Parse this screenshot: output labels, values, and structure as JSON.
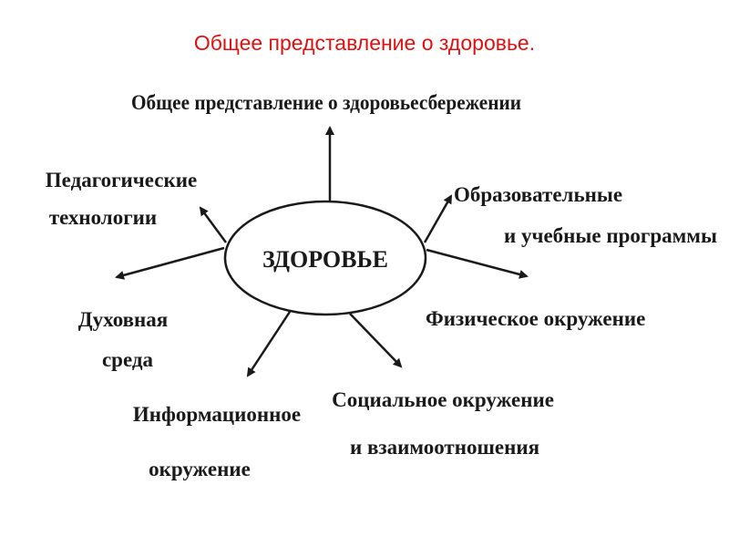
{
  "title": "Общее представление о здоровье.",
  "center": "ЗДОРОВЬЕ",
  "nodes": {
    "top": [
      "Общее представление о здоровьесбережении"
    ],
    "pedagogical": [
      "Педагогические",
      "технологии"
    ],
    "educational": [
      "Образовательные",
      "и учебные программы"
    ],
    "spiritual": [
      "Духовная",
      "среда"
    ],
    "physical": [
      "Физическое окружение"
    ],
    "informational": [
      "Информационное",
      "окружение"
    ],
    "social": [
      "Социальное окружение",
      "и взаимоотношения"
    ]
  },
  "colors": {
    "title": "#e01010",
    "ink": "#1a1a1a",
    "background": "#ffffff"
  }
}
